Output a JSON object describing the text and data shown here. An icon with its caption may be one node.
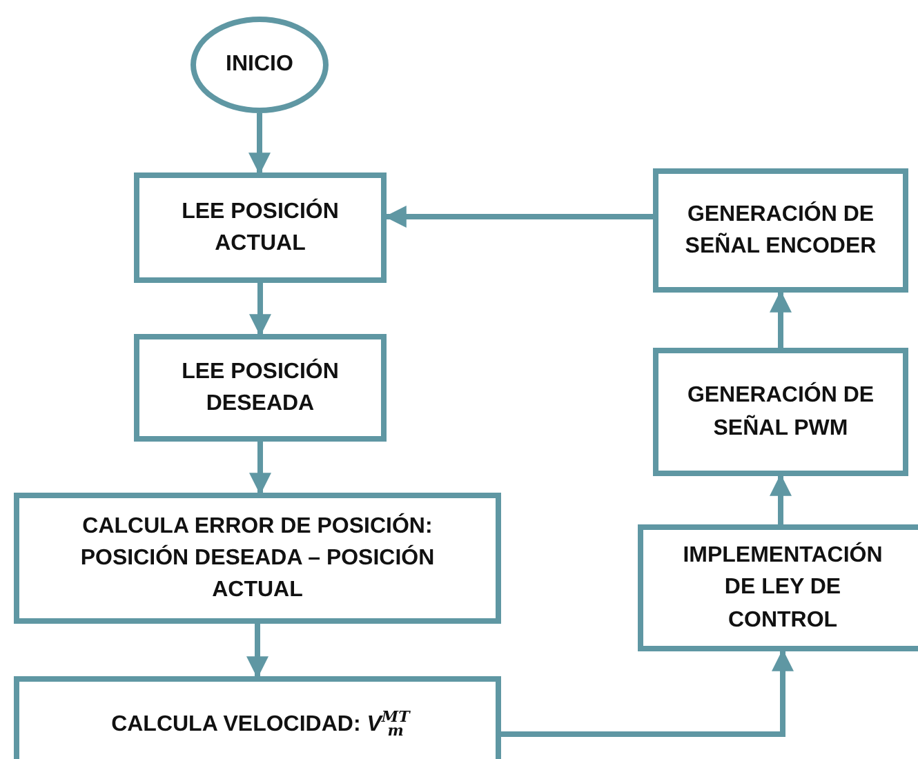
{
  "diagram": {
    "nodes": [
      {
        "text": [
          "INICIO"
        ]
      },
      {
        "text": [
          "LEE POSICIÓN ACTUAL"
        ]
      },
      {
        "text": [
          "LEE POSICIÓN DESEADA"
        ]
      },
      {
        "text": [
          "CALCULA ERROR DE POSICIÓN: POSICIÓN DESEADA – POSICIÓN ACTUAL"
        ]
      },
      {
        "text": [
          "CALCULA VELOCIDAD: *V*$^{MT}$$_{m}$"
        ]
      },
      {
        "text": [
          "GENERACIÓN DE SEÑAL ENCODER"
        ]
      },
      {
        "text": [
          "GENERACIÓN DE SEÑAL PWM"
        ]
      },
      {
        "text": [
          "IMPLEMENTACIÓN DE LEY DE CONTROL"
        ]
      }
    ],
    "edges": [
      {
        "from": 0,
        "to": 1,
        "arrow": "to"
      },
      {
        "from": 1,
        "to": 2,
        "arrow": "to"
      },
      {
        "from": 2,
        "to": 3,
        "arrow": "to"
      },
      {
        "from": 3,
        "to": 4,
        "arrow": "to"
      },
      {
        "from": 4,
        "to": 7,
        "arrow": "to"
      },
      {
        "from": 7,
        "to": 6,
        "arrow": "to"
      },
      {
        "from": 6,
        "to": 5,
        "arrow": "to"
      },
      {
        "from": 5,
        "to": 1,
        "arrow": "to"
      }
    ]
  }
}
